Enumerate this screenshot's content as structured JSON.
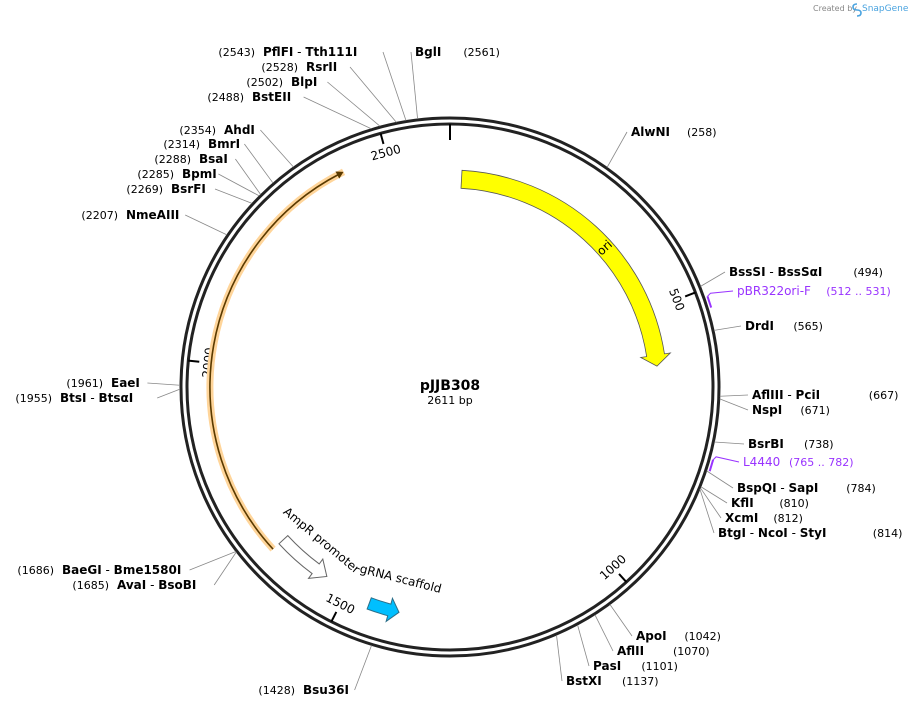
{
  "credit": {
    "prefix": "Created by",
    "brand": "SnapGene"
  },
  "plasmid": {
    "name": "pJJB308",
    "size": "2611 bp",
    "total": 2611
  },
  "colors": {
    "ori": "#ffff00",
    "ampr": "#ff9900",
    "scaffold": "#00bfff",
    "primer": "#9933ff",
    "promoter": "#ffffff"
  },
  "ticks": [
    {
      "pos": 500,
      "label": "500"
    },
    {
      "pos": 1000,
      "label": "1000"
    },
    {
      "pos": 1500,
      "label": "1500"
    },
    {
      "pos": 2000,
      "label": "2000"
    },
    {
      "pos": 2500,
      "label": "2500"
    }
  ],
  "features": [
    {
      "id": "ori",
      "label": "ori",
      "start": 23,
      "end": 611,
      "direction": "forward",
      "color": "#ffff00"
    },
    {
      "id": "ampr",
      "label": "",
      "start": 1650,
      "end": 2420,
      "direction": "forward",
      "color": "#ff9900"
    },
    {
      "id": "ampr-promoter",
      "label": "AmpR promoter",
      "start": 1545,
      "end": 1650,
      "direction": "reverse",
      "color": "#ffffff"
    },
    {
      "id": "grna-scaffold",
      "label": "gRNA scaffold",
      "start": 1398,
      "end": 1454,
      "direction": "reverse",
      "color": "#00bfff"
    }
  ],
  "primers": [
    {
      "name": "pBR322ori-F",
      "range": "(512 .. 531)",
      "pos": 512
    },
    {
      "name": "L4440",
      "range": "(765 .. 782)",
      "pos": 765
    }
  ],
  "sites": [
    {
      "id": "bgli",
      "names": [
        "BglI"
      ],
      "num": "(2561)",
      "pos": 2561
    },
    {
      "id": "pflfi",
      "names": [
        "PflFI",
        "Tth111I"
      ],
      "num": "(2543)",
      "pos": 2543
    },
    {
      "id": "rsrii",
      "names": [
        "RsrII"
      ],
      "num": "(2528)",
      "pos": 2528
    },
    {
      "id": "blpi",
      "names": [
        "BlpI"
      ],
      "num": "(2502)",
      "pos": 2502
    },
    {
      "id": "bsteii",
      "names": [
        "BstEII"
      ],
      "num": "(2488)",
      "pos": 2488
    },
    {
      "id": "ahdi",
      "names": [
        "AhdI"
      ],
      "num": "(2354)",
      "pos": 2354
    },
    {
      "id": "bmri",
      "names": [
        "BmrI"
      ],
      "num": "(2314)",
      "pos": 2314
    },
    {
      "id": "bsai",
      "names": [
        "BsaI"
      ],
      "num": "(2288)",
      "pos": 2288
    },
    {
      "id": "bpmi",
      "names": [
        "BpmI"
      ],
      "num": "(2285)",
      "pos": 2285
    },
    {
      "id": "bsrfi",
      "names": [
        "BsrFI"
      ],
      "num": "(2269)",
      "pos": 2269
    },
    {
      "id": "nmeaiii",
      "names": [
        "NmeAIII"
      ],
      "num": "(2207)",
      "pos": 2207
    },
    {
      "id": "eaei",
      "names": [
        "EaeI"
      ],
      "num": "(1961)",
      "pos": 1961
    },
    {
      "id": "btsi",
      "names": [
        "BtsI",
        "BtsαI"
      ],
      "num": "(1955)",
      "pos": 1955
    },
    {
      "id": "baegi",
      "names": [
        "BaeGI",
        "Bme1580I"
      ],
      "num": "(1686)",
      "pos": 1686
    },
    {
      "id": "avai",
      "names": [
        "AvaI",
        "BsoBI"
      ],
      "num": "(1685)",
      "pos": 1685
    },
    {
      "id": "bsu36i",
      "names": [
        "Bsu36I"
      ],
      "num": "(1428)",
      "pos": 1428
    },
    {
      "id": "alwni",
      "names": [
        "AlwNI"
      ],
      "num": "(258)",
      "pos": 258
    },
    {
      "id": "bsssi",
      "names": [
        "BssSI",
        "BssSαI"
      ],
      "num": "(494)",
      "pos": 494
    },
    {
      "id": "drdi",
      "names": [
        "DrdI"
      ],
      "num": "(565)",
      "pos": 565
    },
    {
      "id": "afliii",
      "names": [
        "AflIII",
        "PciI"
      ],
      "num": "(667)",
      "pos": 667
    },
    {
      "id": "nspi",
      "names": [
        "NspI"
      ],
      "num": "(671)",
      "pos": 671
    },
    {
      "id": "bsrbi",
      "names": [
        "BsrBI"
      ],
      "num": "(738)",
      "pos": 738
    },
    {
      "id": "bspqi",
      "names": [
        "BspQI",
        "SapI"
      ],
      "num": "(784)",
      "pos": 784
    },
    {
      "id": "kfli",
      "names": [
        "KflI"
      ],
      "num": "(810)",
      "pos": 810
    },
    {
      "id": "xcmi",
      "names": [
        "XcmI"
      ],
      "num": "(812)",
      "pos": 812
    },
    {
      "id": "btgi",
      "names": [
        "BtgI",
        "NcoI",
        "StyI"
      ],
      "num": "(814)",
      "pos": 814
    },
    {
      "id": "apoi",
      "names": [
        "ApoI"
      ],
      "num": "(1042)",
      "pos": 1042
    },
    {
      "id": "aflii",
      "names": [
        "AflII"
      ],
      "num": "(1070)",
      "pos": 1070
    },
    {
      "id": "pasi",
      "names": [
        "PasI"
      ],
      "num": "(1101)",
      "pos": 1101
    },
    {
      "id": "bstxi",
      "names": [
        "BstXI"
      ],
      "num": "(1137)",
      "pos": 1137
    }
  ]
}
